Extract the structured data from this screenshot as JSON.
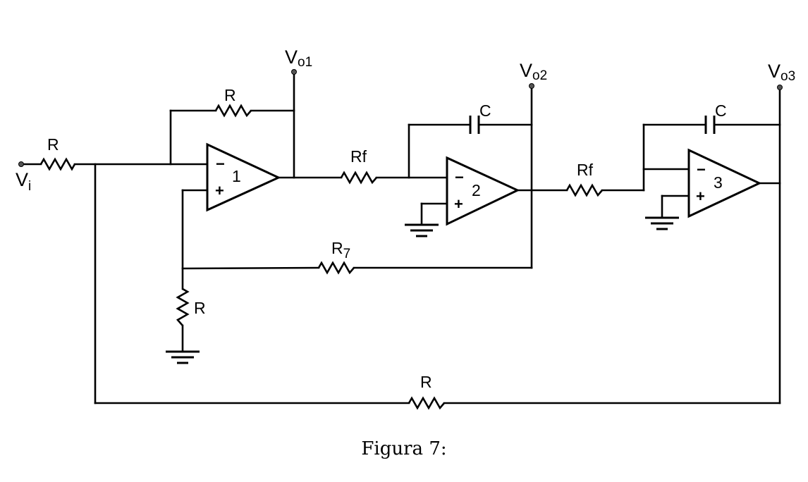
{
  "circuit": {
    "input_label": "V",
    "input_sub": "i",
    "out1_label": "V",
    "out1_sub": "o1",
    "out2_label": "V",
    "out2_sub": "o2",
    "out3_label": "V",
    "out3_sub": "o3",
    "r_input": "R",
    "r_feedback1": "R",
    "r_stage12": "Rf",
    "r_stage23": "Rf",
    "c_stage2": "C",
    "c_stage3": "C",
    "r7_label": "R",
    "r7_sub": "7",
    "r_ground": "R",
    "r_bottom": "R",
    "opamp1_number": "1",
    "opamp2_number": "2",
    "opamp3_number": "3",
    "minus_sign": "−",
    "plus_sign": "+"
  },
  "caption": "Figura 7:"
}
